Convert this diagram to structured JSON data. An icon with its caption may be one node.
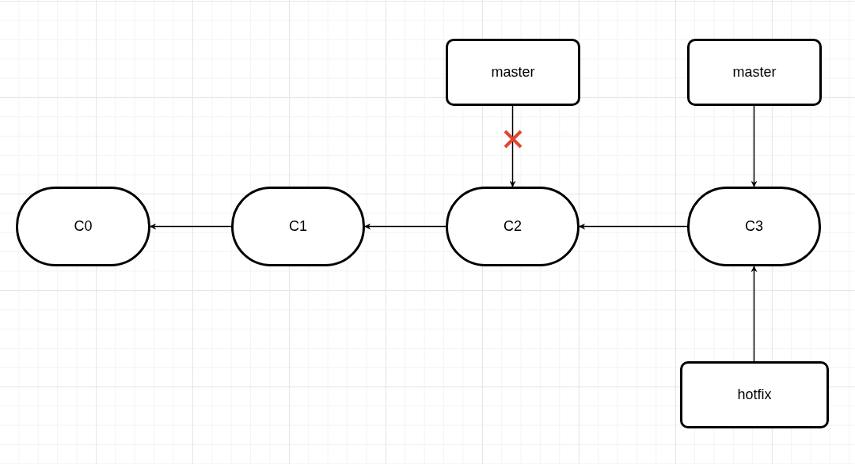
{
  "diagram": {
    "nodes": [
      {
        "text": [
          "master"
        ]
      },
      {
        "text": [
          "master"
        ]
      },
      {
        "text": [
          "C0"
        ]
      },
      {
        "text": [
          "C1"
        ]
      },
      {
        "text": [
          "C2"
        ]
      },
      {
        "text": [
          "C3"
        ]
      },
      {
        "text": [
          "hotfix"
        ]
      }
    ],
    "edges": [
      {
        "from": 0,
        "to": 4,
        "arrow": "to"
      },
      {
        "from": 1,
        "to": 5,
        "arrow": "to"
      },
      {
        "from": 3,
        "to": 2,
        "arrow": "to"
      },
      {
        "from": 4,
        "to": 3,
        "arrow": "to"
      },
      {
        "from": 5,
        "to": 4,
        "arrow": "to"
      },
      {
        "from": 6,
        "to": 5,
        "arrow": "to"
      }
    ]
  }
}
